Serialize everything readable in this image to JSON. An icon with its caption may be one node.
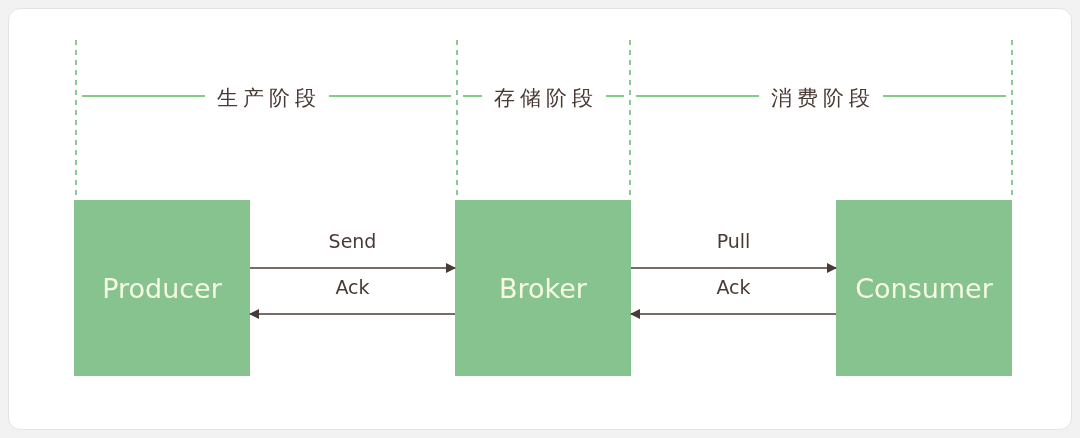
{
  "diagram": {
    "nodes": [
      {
        "text": [
          "Producer"
        ]
      },
      {
        "text": [
          "Broker"
        ]
      },
      {
        "text": [
          "Consumer"
        ]
      }
    ],
    "edges": [
      {
        "from": 0,
        "to": 1,
        "arrow": "to",
        "label": "Send"
      },
      {
        "from": 1,
        "to": 0,
        "arrow": "to",
        "label": "Ack"
      },
      {
        "from": 1,
        "to": 2,
        "arrow": "to",
        "label": "Pull"
      },
      {
        "from": 2,
        "to": 1,
        "arrow": "to",
        "label": "Ack"
      }
    ],
    "labels": [
      "生产阶段",
      "存储阶段",
      "消费阶段"
    ]
  }
}
